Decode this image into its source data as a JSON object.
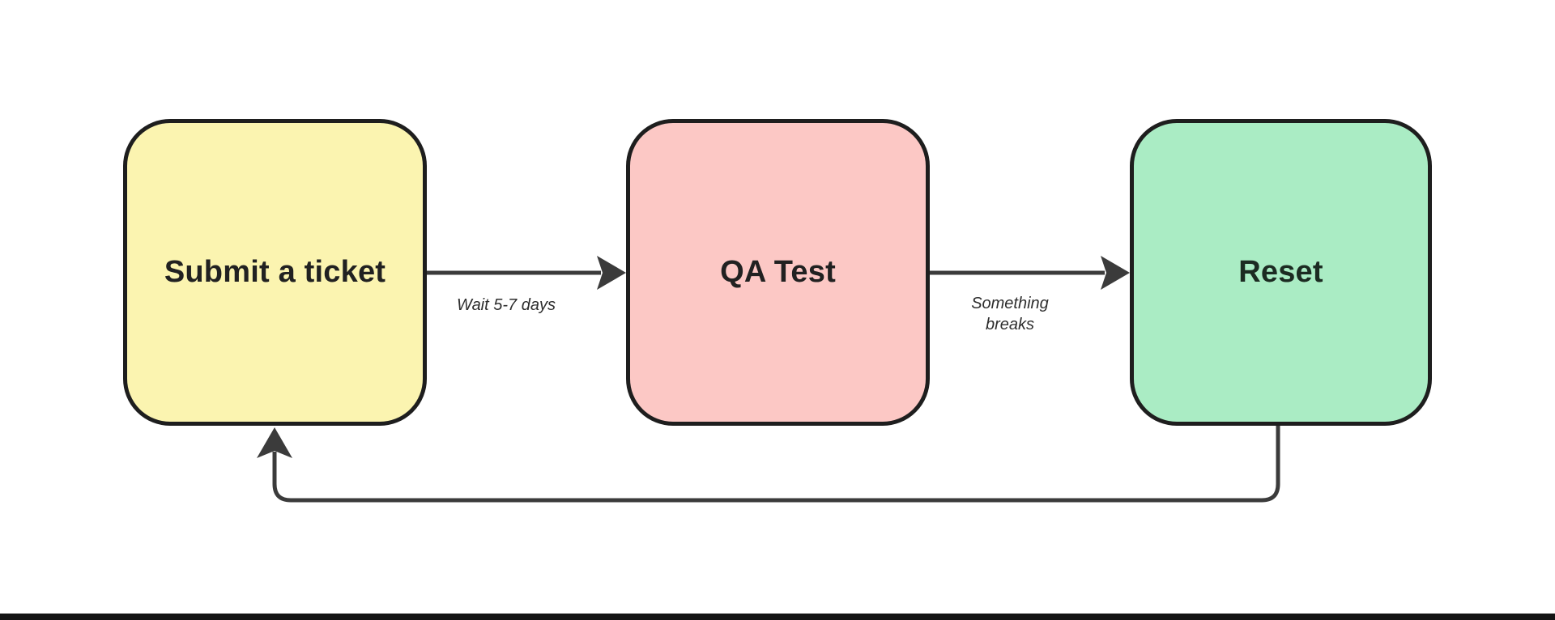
{
  "diagram": {
    "type": "flowchart",
    "background_color": "#FFFFFF",
    "connector_color": "#3B3B3B",
    "footer_bar_color": "#141414",
    "nodes": [
      {
        "id": "submit-ticket",
        "label": "Submit a ticket",
        "fill": "#FBF4B0",
        "border_color": "#1E1E1E",
        "text_color": "#212121"
      },
      {
        "id": "qa-test",
        "label": "QA Test",
        "fill": "#FCC8C5",
        "border_color": "#1E1E1E",
        "text_color": "#212121"
      },
      {
        "id": "reset",
        "label": "Reset",
        "fill": "#AAECC4",
        "border_color": "#1E1E1E",
        "text_color": "#1C2B22"
      }
    ],
    "edges": [
      {
        "from": "Submit a ticket",
        "to": "QA Test",
        "label": "Wait 5-7 days"
      },
      {
        "from": "QA Test",
        "to": "Reset",
        "label": "Something breaks"
      },
      {
        "from": "Reset",
        "to": "Submit a ticket",
        "label": ""
      }
    ]
  }
}
